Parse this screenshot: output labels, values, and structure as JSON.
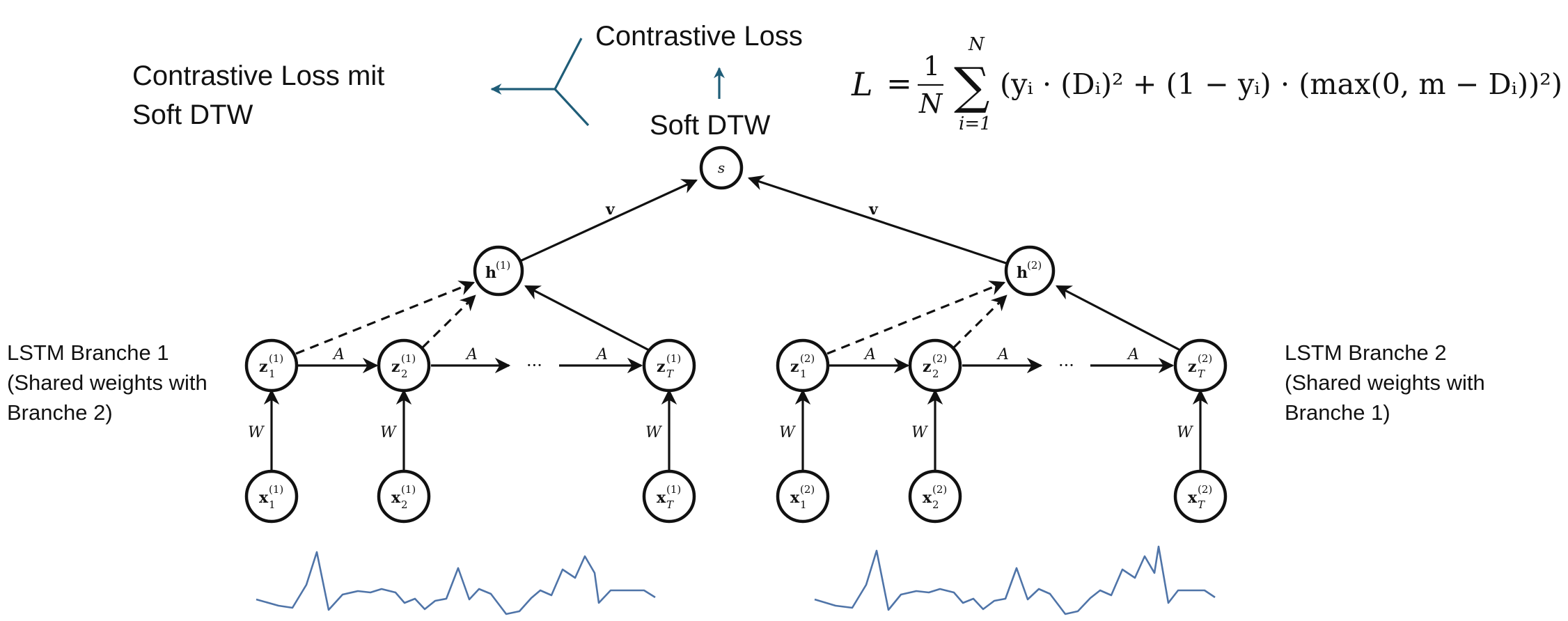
{
  "header": {
    "left_title_line1": "Contrastive Loss mit",
    "left_title_line2": "Soft DTW",
    "loss_label": "Contrastive Loss",
    "soft_dtw_label": "Soft DTW"
  },
  "formula": {
    "L": "L",
    "eq": "=",
    "one": "1",
    "N": "N",
    "sum_top": "N",
    "sum_sym": "∑",
    "sum_bottom": "i=1",
    "body": "(yᵢ · (Dᵢ)² + (1 − yᵢ) · (max(0, m − Dᵢ))²)"
  },
  "branches": [
    {
      "label_lines": [
        "LSTM Branche 1",
        "(Shared weights with",
        "Branche 2)"
      ]
    },
    {
      "label_lines": [
        "LSTM Branche 2",
        "(Shared weights with",
        "Branche 1)"
      ]
    }
  ],
  "graph": {
    "s_node": "s",
    "edge_v": "v",
    "edge_A": "A",
    "edge_W": "W",
    "ellipsis": "···",
    "h_base": "h",
    "z_base": "z",
    "x_base": "x",
    "sup1": "(1)",
    "sup2": "(2)",
    "sub1": "1",
    "sub2": "2",
    "subT": "T"
  }
}
